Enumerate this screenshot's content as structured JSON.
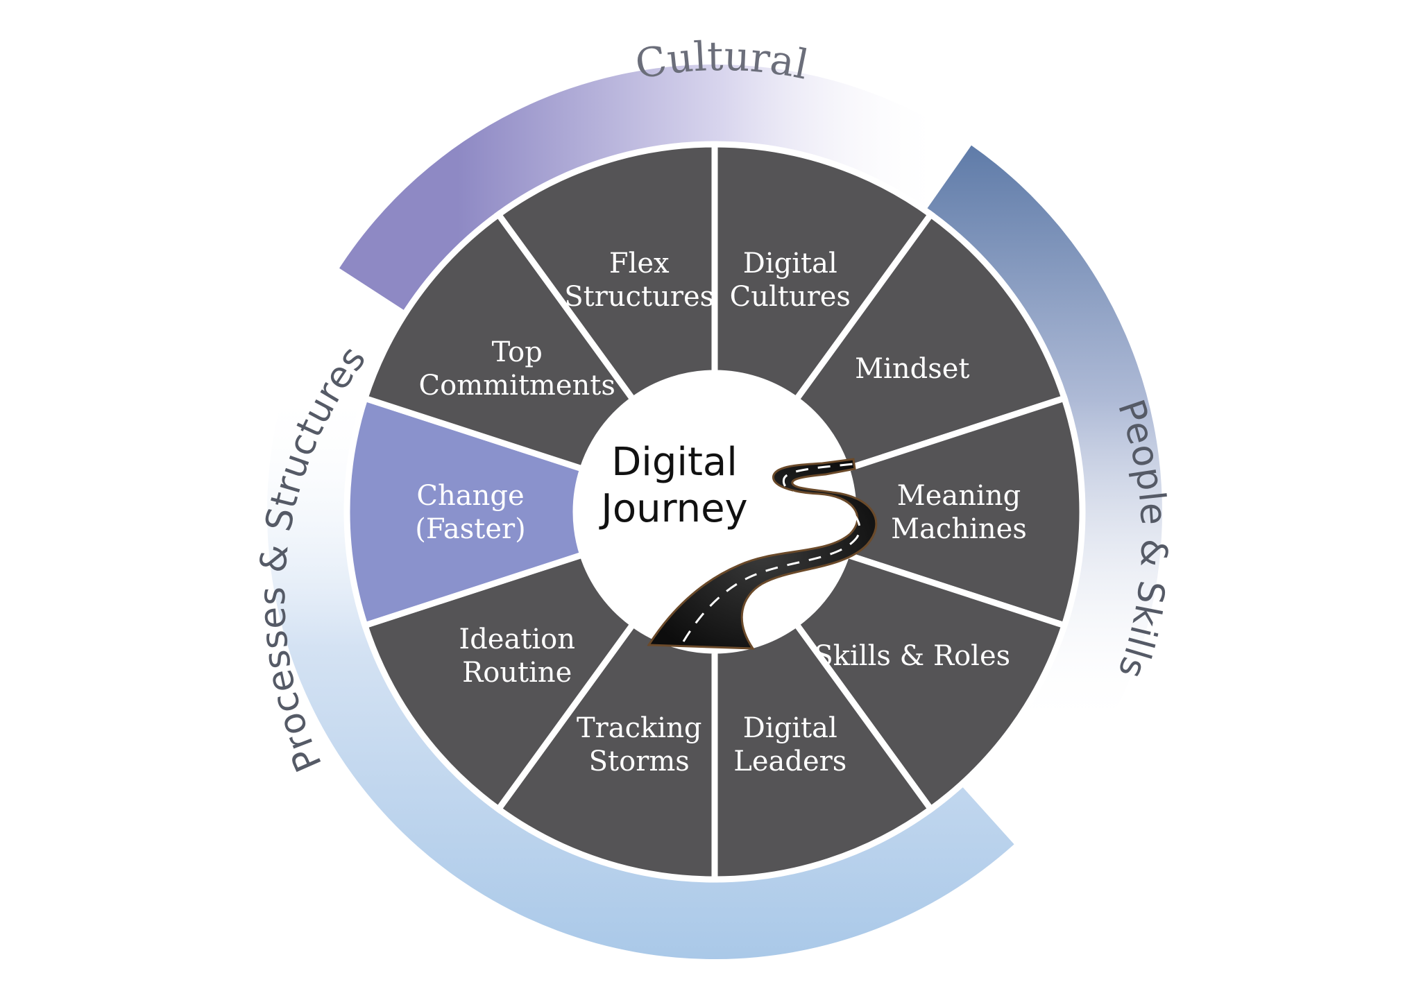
{
  "center": {
    "line1": "Digital",
    "line2": "Journey"
  },
  "bands": {
    "cultural": "Cultural",
    "people_skills": "People & Skills",
    "processes_structures": "Processes & Structures"
  },
  "segments": [
    {
      "id": "digital-cultures",
      "lines": [
        "Digital",
        "Cultures"
      ],
      "color": "#555456"
    },
    {
      "id": "mindset",
      "lines": [
        "Mindset"
      ],
      "color": "#555456"
    },
    {
      "id": "meaning-machines",
      "lines": [
        "Meaning",
        "Machines"
      ],
      "color": "#555456"
    },
    {
      "id": "skills-roles",
      "lines": [
        "Skills & Roles"
      ],
      "color": "#555456"
    },
    {
      "id": "digital-leaders",
      "lines": [
        "Digital",
        "Leaders"
      ],
      "color": "#555456"
    },
    {
      "id": "tracking-storms",
      "lines": [
        "Tracking",
        "Storms"
      ],
      "color": "#555456"
    },
    {
      "id": "ideation-routine",
      "lines": [
        "Ideation",
        "Routine"
      ],
      "color": "#555456"
    },
    {
      "id": "change-faster",
      "lines": [
        "Change",
        "(Faster)"
      ],
      "color": "#8a92cc"
    },
    {
      "id": "top-commitments",
      "lines": [
        "Top",
        "Commitments"
      ],
      "color": "#555456"
    },
    {
      "id": "flex-structures",
      "lines": [
        "Flex",
        "Structures"
      ],
      "color": "#555456"
    }
  ],
  "colors": {
    "segment_dark": "#555456",
    "segment_highlight": "#8a92cc",
    "cultural_band": "#8e89c4",
    "people_band": "#5b78a6",
    "process_band": "#a9c8e8"
  }
}
